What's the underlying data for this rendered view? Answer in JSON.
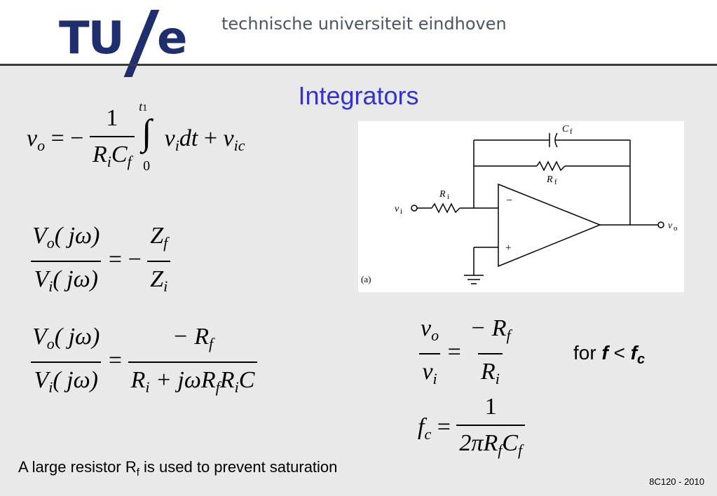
{
  "header": {
    "logo_tu": "TU",
    "logo_e": "e",
    "university": "technische universiteit eindhoven"
  },
  "slide": {
    "title": "Integrators",
    "footer": "8C120 - 2010"
  },
  "equations": {
    "eq1": {
      "lhs": "v",
      "lhs_sub": "o",
      "eq": "= −",
      "num": "1",
      "den_r": "R",
      "den_r_sub": "i",
      "den_c": "C",
      "den_c_sub": "f",
      "int_upper": "t",
      "int_upper_sub": "1",
      "int_lower": "0",
      "integrand": "v",
      "integrand_sub": "i",
      "dt": "dt",
      "plus": "+",
      "v2": "v",
      "v2_sub": "ic"
    },
    "eq2": {
      "num_v": "V",
      "num_v_sub": "o",
      "num_arg": "( jω)",
      "den_v": "V",
      "den_v_sub": "i",
      "den_arg": "( jω)",
      "eq": "= −",
      "rnum": "Z",
      "rnum_sub": "f",
      "rden": "Z",
      "rden_sub": "i"
    },
    "eq3": {
      "num_v": "V",
      "num_v_sub": "o",
      "num_arg": "( jω)",
      "den_v": "V",
      "den_v_sub": "i",
      "den_arg": "( jω)",
      "eq": "=",
      "rnum": "− R",
      "rnum_sub": "f",
      "rden_a": "R",
      "rden_a_sub": "i",
      "rden_plus": "+ jωR",
      "rden_b_sub": "f",
      "rden_c": "R",
      "rden_c_sub": "i",
      "rden_d": "C"
    },
    "eq4": {
      "num": "v",
      "num_sub": "o",
      "den": "v",
      "den_sub": "i",
      "eq": "=",
      "rnum": "− R",
      "rnum_sub": "f",
      "rden": "R",
      "rden_sub": "i"
    },
    "eq5": {
      "lhs": "f",
      "lhs_sub": "c",
      "eq": "=",
      "num": "1",
      "den": "2πR",
      "den_sub1": "f",
      "den_c": "C",
      "den_sub2": "f"
    }
  },
  "condition": {
    "prefix": "for ",
    "f": "f",
    "lt": " < ",
    "fc": "f",
    "fc_sub": "c"
  },
  "caption": {
    "text1": "A large resistor R",
    "sub": "f",
    "text2": " is used to prevent saturation"
  },
  "circuit": {
    "cf": "C",
    "cf_sub": "f",
    "rf": "R",
    "rf_sub": "f",
    "ri": "R",
    "ri_sub": "i",
    "vi": "v",
    "vi_sub": "i",
    "vo": "v",
    "vo_sub": "o",
    "minus": "−",
    "plus": "+",
    "label": "(a)"
  }
}
